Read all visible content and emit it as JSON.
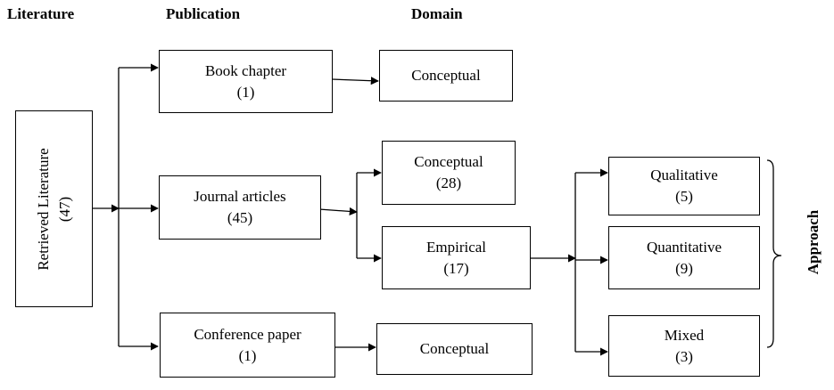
{
  "headers": {
    "literature": "Literature",
    "publication": "Publication",
    "domain": "Domain",
    "approach": "Approach"
  },
  "root": {
    "label": "Retrieved Literature",
    "count": "(47)"
  },
  "publications": {
    "book": {
      "label": "Book chapter",
      "count": "(1)"
    },
    "journal": {
      "label": "Journal articles",
      "count": "(45)"
    },
    "conference": {
      "label": "Conference paper",
      "count": "(1)"
    }
  },
  "domains": {
    "book_conceptual": {
      "label": "Conceptual"
    },
    "journal_conceptual": {
      "label": "Conceptual",
      "count": "(28)"
    },
    "journal_empirical": {
      "label": "Empirical",
      "count": "(17)"
    },
    "conference_conceptual": {
      "label": "Conceptual"
    }
  },
  "approaches": {
    "qualitative": {
      "label": "Qualitative",
      "count": "(5)"
    },
    "quantitative": {
      "label": "Quantitative",
      "count": "(9)"
    },
    "mixed": {
      "label": "Mixed",
      "count": "(3)"
    }
  }
}
